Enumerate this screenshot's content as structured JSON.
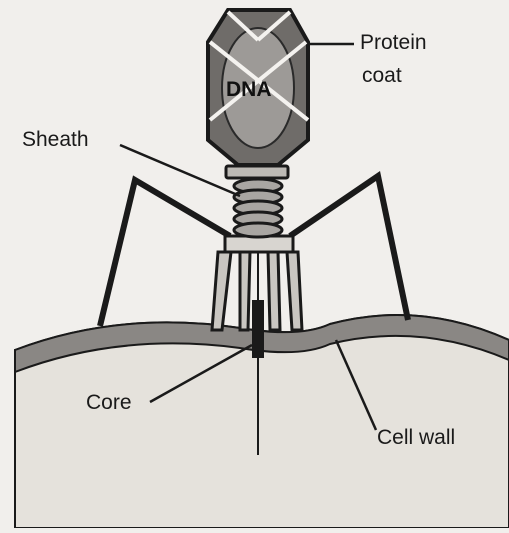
{
  "diagram": {
    "labels": {
      "dna": "DNA",
      "protein_coat_line1": "Protein",
      "protein_coat_line2": "coat",
      "sheath": "Sheath",
      "core": "Core",
      "cell_wall": "Cell wall"
    },
    "colors": {
      "background": "#f1efec",
      "cell_body": "#e5e2dc",
      "cell_wall": "#8a8784",
      "head_fill": "#6f6c69",
      "dna_fill": "#9d9a97",
      "ink": "#1a1a1a"
    }
  }
}
